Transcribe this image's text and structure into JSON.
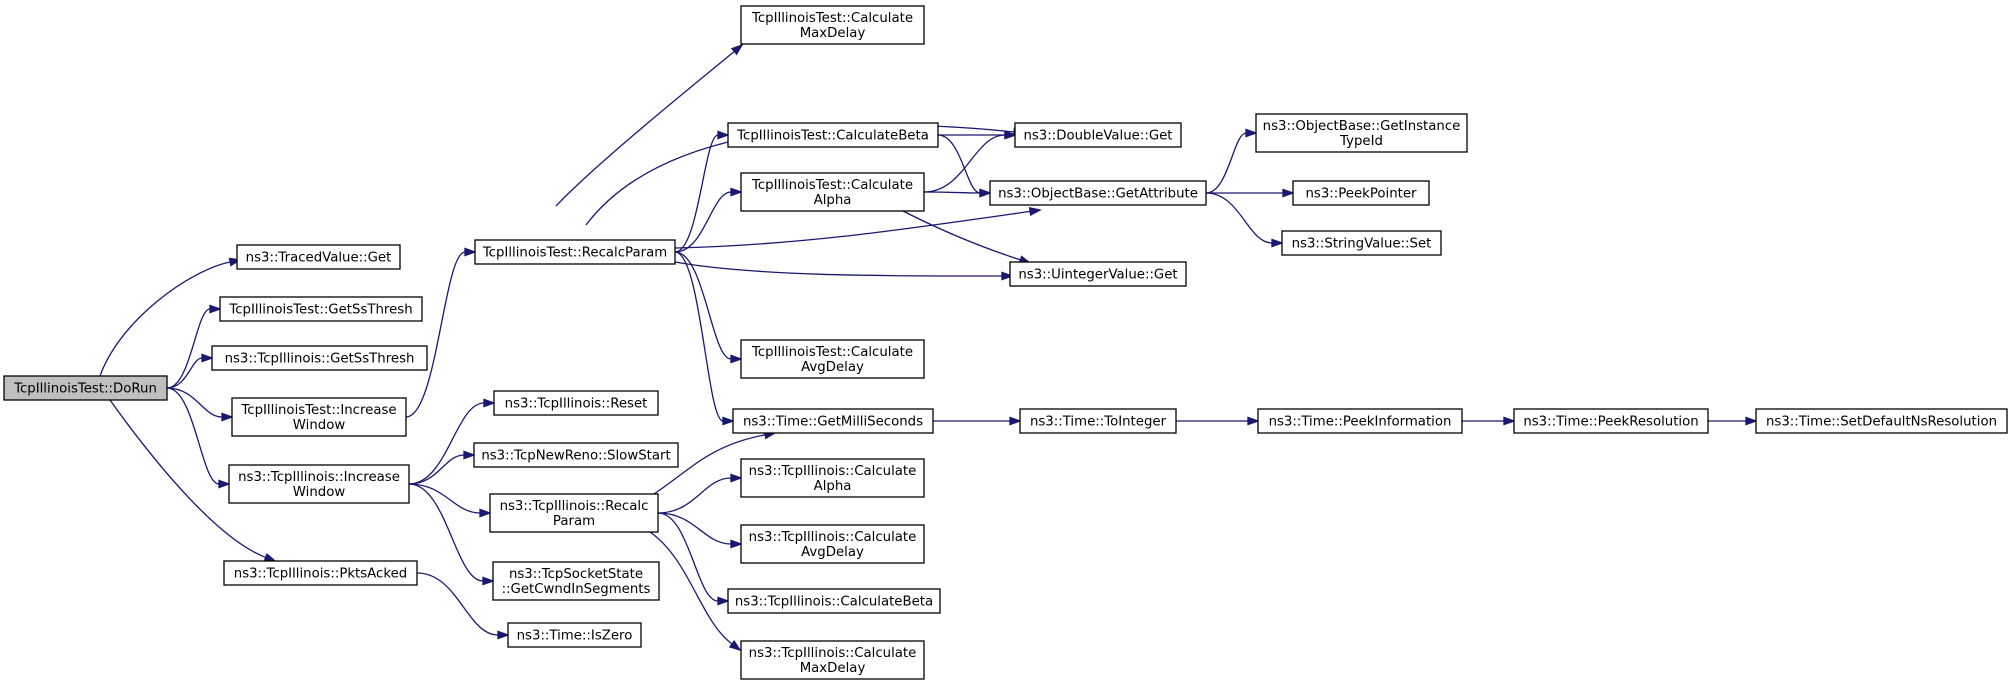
{
  "colors": {
    "edge": "#191970",
    "root_fill": "#bfbfbf",
    "node_fill": "#ffffff",
    "border": "#000000"
  },
  "nodes": [
    {
      "id": "n0",
      "lines": [
        "TcpIllinoisTest::DoRun"
      ],
      "root": true
    },
    {
      "id": "n1",
      "lines": [
        "ns3::TracedValue::Get"
      ]
    },
    {
      "id": "n2",
      "lines": [
        "TcpIllinoisTest::GetSsThresh"
      ]
    },
    {
      "id": "n3",
      "lines": [
        "ns3::TcpIllinois::GetSsThresh"
      ]
    },
    {
      "id": "n4",
      "lines": [
        "TcpIllinoisTest::Increase",
        "Window"
      ]
    },
    {
      "id": "n5",
      "lines": [
        "ns3::TcpIllinois::Increase",
        "Window"
      ]
    },
    {
      "id": "n6",
      "lines": [
        "ns3::TcpIllinois::PktsAcked"
      ]
    },
    {
      "id": "n7",
      "lines": [
        "TcpIllinoisTest::RecalcParam"
      ]
    },
    {
      "id": "n8",
      "lines": [
        "TcpIllinoisTest::Calculate",
        "MaxDelay"
      ]
    },
    {
      "id": "n9",
      "lines": [
        "TcpIllinoisTest::CalculateBeta"
      ]
    },
    {
      "id": "n10",
      "lines": [
        "TcpIllinoisTest::Calculate",
        "Alpha"
      ]
    },
    {
      "id": "n11",
      "lines": [
        "TcpIllinoisTest::Calculate",
        "AvgDelay"
      ]
    },
    {
      "id": "n12",
      "lines": [
        "ns3::Time::GetMilliSeconds"
      ]
    },
    {
      "id": "n13",
      "lines": [
        "ns3::DoubleValue::Get"
      ]
    },
    {
      "id": "n14",
      "lines": [
        "ns3::ObjectBase::GetAttribute"
      ]
    },
    {
      "id": "n15",
      "lines": [
        "ns3::UintegerValue::Get"
      ]
    },
    {
      "id": "n16",
      "lines": [
        "ns3::ObjectBase::GetInstance",
        "TypeId"
      ]
    },
    {
      "id": "n17",
      "lines": [
        "ns3::PeekPointer"
      ]
    },
    {
      "id": "n18",
      "lines": [
        "ns3::StringValue::Set"
      ]
    },
    {
      "id": "n19",
      "lines": [
        "ns3::Time::ToInteger"
      ]
    },
    {
      "id": "n20",
      "lines": [
        "ns3::Time::PeekInformation"
      ]
    },
    {
      "id": "n21",
      "lines": [
        "ns3::Time::PeekResolution"
      ]
    },
    {
      "id": "n22",
      "lines": [
        "ns3::Time::SetDefaultNsResolution"
      ]
    },
    {
      "id": "n23",
      "lines": [
        "ns3::TcpIllinois::Reset"
      ]
    },
    {
      "id": "n24",
      "lines": [
        "ns3::TcpNewReno::SlowStart"
      ]
    },
    {
      "id": "n25",
      "lines": [
        "ns3::TcpIllinois::Recalc",
        "Param"
      ]
    },
    {
      "id": "n26",
      "lines": [
        "ns3::TcpSocketState",
        "::GetCwndInSegments"
      ]
    },
    {
      "id": "n27",
      "lines": [
        "ns3::Time::IsZero"
      ]
    },
    {
      "id": "n28",
      "lines": [
        "ns3::TcpIllinois::Calculate",
        "Alpha"
      ]
    },
    {
      "id": "n29",
      "lines": [
        "ns3::TcpIllinois::Calculate",
        "AvgDelay"
      ]
    },
    {
      "id": "n30",
      "lines": [
        "ns3::TcpIllinois::CalculateBeta"
      ]
    },
    {
      "id": "n31",
      "lines": [
        "ns3::TcpIllinois::Calculate",
        "MaxDelay"
      ]
    }
  ],
  "edges": [
    [
      "n0",
      "n1"
    ],
    [
      "n0",
      "n2"
    ],
    [
      "n0",
      "n3"
    ],
    [
      "n0",
      "n4"
    ],
    [
      "n0",
      "n5"
    ],
    [
      "n0",
      "n6"
    ],
    [
      "n4",
      "n7"
    ],
    [
      "n7",
      "n8"
    ],
    [
      "n7",
      "n13"
    ],
    [
      "n7",
      "n9"
    ],
    [
      "n7",
      "n10"
    ],
    [
      "n7",
      "n14"
    ],
    [
      "n7",
      "n15"
    ],
    [
      "n7",
      "n11"
    ],
    [
      "n7",
      "n12"
    ],
    [
      "n9",
      "n13"
    ],
    [
      "n9",
      "n14"
    ],
    [
      "n10",
      "n13"
    ],
    [
      "n10",
      "n14"
    ],
    [
      "n10",
      "n15"
    ],
    [
      "n14",
      "n16"
    ],
    [
      "n14",
      "n17"
    ],
    [
      "n14",
      "n18"
    ],
    [
      "n12",
      "n19"
    ],
    [
      "n19",
      "n20"
    ],
    [
      "n20",
      "n21"
    ],
    [
      "n21",
      "n22"
    ],
    [
      "n5",
      "n23"
    ],
    [
      "n5",
      "n24"
    ],
    [
      "n5",
      "n25"
    ],
    [
      "n5",
      "n26"
    ],
    [
      "n25",
      "n12"
    ],
    [
      "n25",
      "n28"
    ],
    [
      "n25",
      "n29"
    ],
    [
      "n25",
      "n30"
    ],
    [
      "n25",
      "n31"
    ],
    [
      "n6",
      "n27"
    ]
  ]
}
